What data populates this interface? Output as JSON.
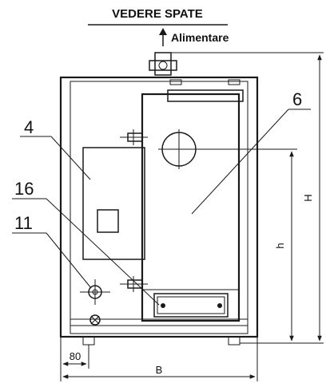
{
  "title": "VEDERE SPATE",
  "supply_label": "Alimentare",
  "callouts": {
    "c4": "4",
    "c6": "6",
    "c16": "16",
    "c11": "11"
  },
  "dimensions": {
    "width": "B",
    "height_total": "H",
    "height_partial": "h",
    "offset": "80"
  },
  "icons": [
    "arrow-up-icon"
  ]
}
